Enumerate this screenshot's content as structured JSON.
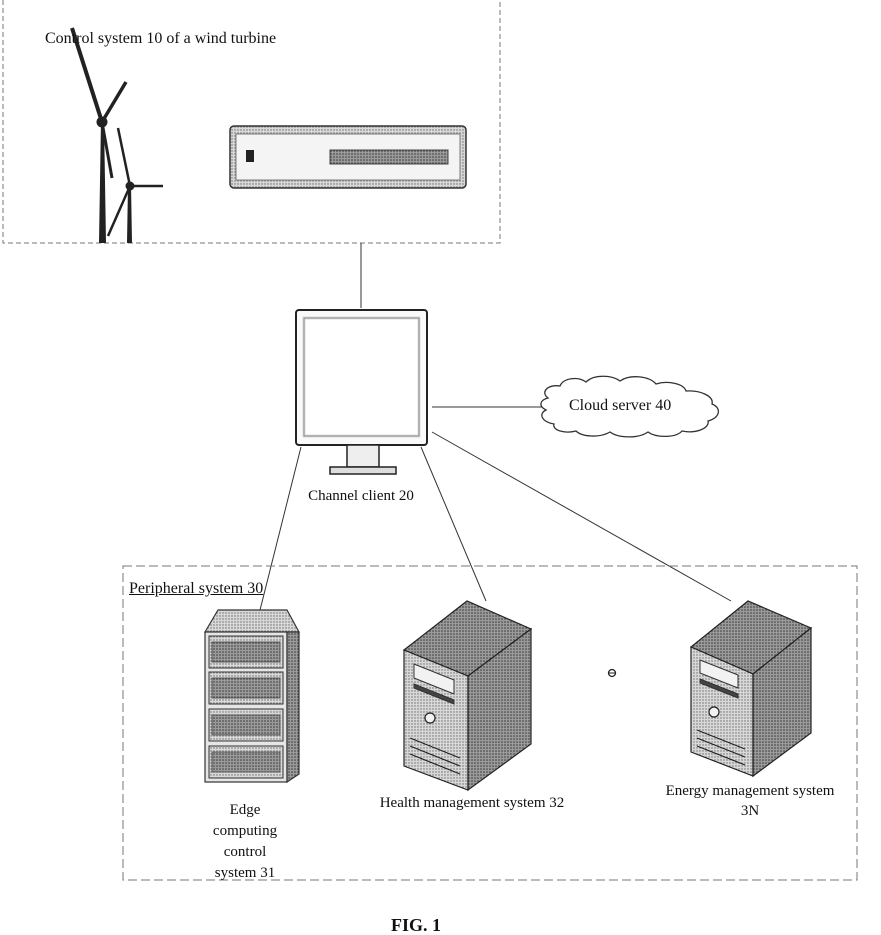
{
  "labels": {
    "control_system": "Control system 10 of a wind turbine",
    "channel_client": "Channel client 20",
    "cloud_server": "Cloud server 40",
    "peripheral_system": "Peripheral system 30",
    "edge_line1": "Edge",
    "edge_line2": "computing",
    "edge_line3": "control",
    "edge_line4": "system 31",
    "health": "Health management system 32",
    "energy_line1": "Energy management system",
    "energy_line2": "3N",
    "figure_caption": "FIG. 1"
  }
}
